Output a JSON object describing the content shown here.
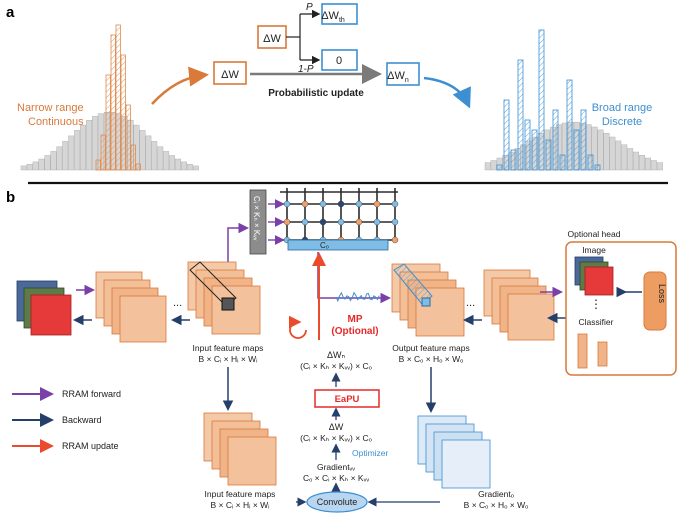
{
  "panel_a": {
    "label": "a",
    "left_caption_line1": "Narrow range",
    "left_caption_line2": "Continuous",
    "right_caption_line1": "Broad range",
    "right_caption_line2": "Discrete",
    "dw_box": "ΔW",
    "dw_top_box": "ΔW",
    "dw_th_main": "ΔW",
    "dw_th_sub": "th",
    "zero_box": "0",
    "prob_p": "P",
    "prob_1p": "1-P",
    "update_label": "Probabilistic update",
    "dwn_main": "ΔW",
    "dwn_sub": "n"
  },
  "panel_b": {
    "label": "b",
    "crossbar_col_label": "Cᵢ × Kₕ × Kᵥᵥ",
    "crossbar_row_label": "Cₒ",
    "optional_head": "Optional head",
    "image_label": "Image",
    "classifier_label": "Classifier",
    "dots": "⋮",
    "loss_label": "Loss",
    "ellipsis": "...",
    "input_fm_title": "Input feature maps",
    "input_fm_dims": "B × Cᵢ × Hᵢ × Wᵢ",
    "output_fm_title": "Output feature maps",
    "output_fm_dims": "B × Cₒ × Hₒ × Wₒ",
    "mp_line1": "MP",
    "mp_line2": "(Optional)",
    "dwn_label": "ΔWₙ",
    "dwn_dims": "(Cᵢ × Kₕ × Kᵥᵥ) × Cₒ",
    "eapu": "EaPU",
    "dw_label": "ΔW",
    "dw_dims": "(Cᵢ × Kₕ × Kᵥᵥ) × Cₒ",
    "optimizer": "Optimizer",
    "gradient_w": "Gradientᵥᵥ",
    "gradient_w_dims": "Cₒ × Cᵢ × Kₕ × Kᵥᵥ",
    "convolute": "Convolute",
    "input_fm2_title": "Input feature maps",
    "input_fm2_dims": "B × Cᵢ × Hᵢ × Wᵢ",
    "gradient_o": "Gradientₒ",
    "gradient_o_dims": "B × Cₒ × Hₒ × Wₒ",
    "legend": [
      {
        "label": "RRAM forward",
        "color": "#7b3fa8"
      },
      {
        "label": "Backward",
        "color": "#253f6b"
      },
      {
        "label": "RRAM update",
        "color": "#ea4b2b"
      }
    ]
  },
  "colors": {
    "orange": "#d9793a",
    "blue": "#3d8fd1",
    "navy": "#253f6b",
    "red": "#e52a2a",
    "purple": "#7b3fa8",
    "gray": "#bfbfbf",
    "arrow_gray": "#777777"
  }
}
